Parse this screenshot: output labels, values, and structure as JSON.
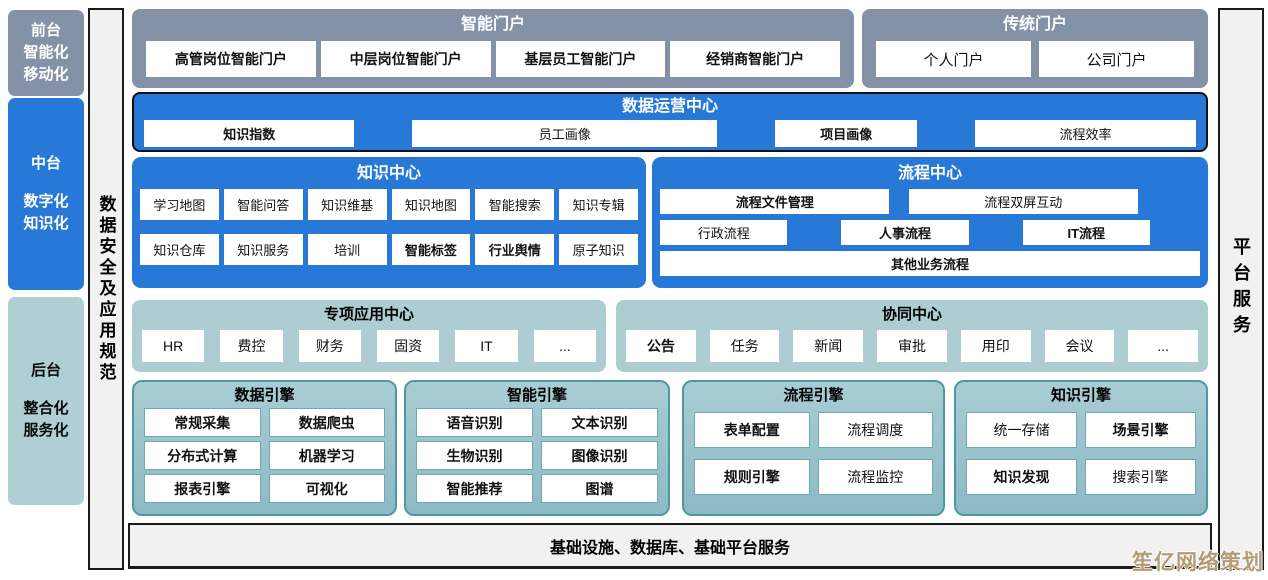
{
  "colors": {
    "blue": "#2878D7",
    "slate": "#8492A8",
    "teal_light": "#AECDD3",
    "engine_border": "#4E98A4",
    "strip_bg": "#F1F1F1",
    "watermark": "#B49B74"
  },
  "sidebar": {
    "front": {
      "lines": [
        "前台",
        "智能化",
        "移动化"
      ]
    },
    "middle": {
      "lines": [
        "中台",
        "数字化",
        "知识化"
      ]
    },
    "back": {
      "lines": [
        "后台",
        "整合化",
        "服务化"
      ]
    }
  },
  "left_strip": "数据安全及应用规范",
  "right_strip": "平台服务",
  "portals": {
    "smart": {
      "title": "智能门户",
      "items": [
        {
          "label": "高管岗位智能门户",
          "weight": "bold"
        },
        {
          "label": "中层岗位智能门户",
          "weight": "bold"
        },
        {
          "label": "基层员工智能门户",
          "weight": "bold"
        },
        {
          "label": "经销商智能门户",
          "weight": "bold"
        }
      ]
    },
    "traditional": {
      "title": "传统门户",
      "items": [
        {
          "label": "个人门户"
        },
        {
          "label": "公司门户"
        }
      ]
    }
  },
  "data_ops": {
    "title": "数据运营中心",
    "items": [
      {
        "label": "知识指数",
        "weight": "bold",
        "w": "20%"
      },
      {
        "label": "员工画像",
        "w": "29%"
      },
      {
        "label": "项目画像",
        "weight": "bold",
        "w": "13.5%"
      },
      {
        "label": "流程效率",
        "w": "21%"
      }
    ]
  },
  "knowledge_center": {
    "title": "知识中心",
    "items": [
      {
        "label": "学习地图"
      },
      {
        "label": "智能问答"
      },
      {
        "label": "知识维基"
      },
      {
        "label": "知识地图"
      },
      {
        "label": "智能搜索"
      },
      {
        "label": "知识专辑"
      },
      {
        "label": "知识仓库"
      },
      {
        "label": "知识服务"
      },
      {
        "label": "培训"
      },
      {
        "label": "智能标签",
        "weight": "bold"
      },
      {
        "label": "行业舆情",
        "weight": "bold"
      },
      {
        "label": "原子知识"
      }
    ]
  },
  "process_center": {
    "title": "流程中心",
    "rows": [
      [
        {
          "label": "流程文件管理",
          "weight": "bold",
          "w": "48%"
        },
        {
          "label": "流程双屏互动",
          "w": "48%"
        }
      ],
      [
        {
          "label": "行政流程",
          "w": "26%"
        },
        {
          "label": "人事流程",
          "weight": "bold",
          "w": "26%"
        },
        {
          "label": "IT流程",
          "weight": "bold",
          "w": "26%"
        }
      ],
      [
        {
          "label": "其他业务流程",
          "weight": "bold",
          "w": "100%"
        }
      ]
    ]
  },
  "special_apps": {
    "title": "专项应用中心",
    "items": [
      {
        "label": "HR"
      },
      {
        "label": "费控"
      },
      {
        "label": "财务"
      },
      {
        "label": "固资"
      },
      {
        "label": "IT"
      },
      {
        "label": "..."
      }
    ]
  },
  "collab_center": {
    "title": "协同中心",
    "items": [
      {
        "label": "公告",
        "weight": "bold"
      },
      {
        "label": "任务"
      },
      {
        "label": "新闻"
      },
      {
        "label": "审批"
      },
      {
        "label": "用印"
      },
      {
        "label": "会议"
      },
      {
        "label": "..."
      }
    ]
  },
  "engines": [
    {
      "title": "数据引擎",
      "items": [
        {
          "label": "常规采集",
          "weight": "bold"
        },
        {
          "label": "数据爬虫",
          "weight": "bold"
        },
        {
          "label": "分布式计算",
          "weight": "bold"
        },
        {
          "label": "机器学习",
          "weight": "bold"
        },
        {
          "label": "报表引擎",
          "weight": "bold"
        },
        {
          "label": "可视化",
          "weight": "bold"
        }
      ]
    },
    {
      "title": "智能引擎",
      "items": [
        {
          "label": "语音识别",
          "weight": "bold"
        },
        {
          "label": "文本识别",
          "weight": "bold"
        },
        {
          "label": "生物识别",
          "weight": "bold"
        },
        {
          "label": "图像识别",
          "weight": "bold"
        },
        {
          "label": "智能推荐",
          "weight": "bold"
        },
        {
          "label": "图谱",
          "weight": "bold"
        }
      ]
    },
    {
      "title": "流程引擎",
      "items": [
        {
          "label": "表单配置",
          "weight": "bold"
        },
        {
          "label": "流程调度"
        },
        {
          "label": "规则引擎",
          "weight": "bold"
        },
        {
          "label": "流程监控"
        }
      ]
    },
    {
      "title": "知识引擎",
      "items": [
        {
          "label": "统一存储"
        },
        {
          "label": "场景引擎",
          "weight": "bold"
        },
        {
          "label": "知识发现",
          "weight": "bold"
        },
        {
          "label": "搜索引擎"
        }
      ]
    }
  ],
  "bottom_bar": "基础设施、数据库、基础平台服务",
  "watermark": "笙亿网络策划"
}
